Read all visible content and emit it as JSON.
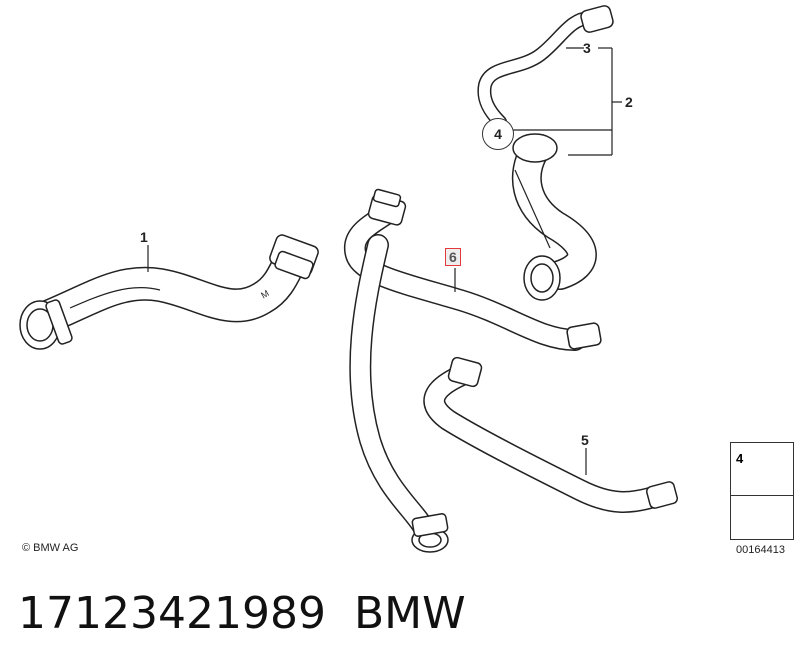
{
  "callouts": {
    "c1": "1",
    "c2": "2",
    "c3": "3",
    "c4": "4",
    "c5": "5",
    "c6": "6"
  },
  "legend": {
    "number": "4"
  },
  "copyright": "© BMW AG",
  "diagram_id": "00164413",
  "part_number": "17123421989",
  "brand": "BMW",
  "colors": {
    "line": "#222222",
    "hose_fill": "#ffffff",
    "highlight_box": "#e23a3a"
  }
}
